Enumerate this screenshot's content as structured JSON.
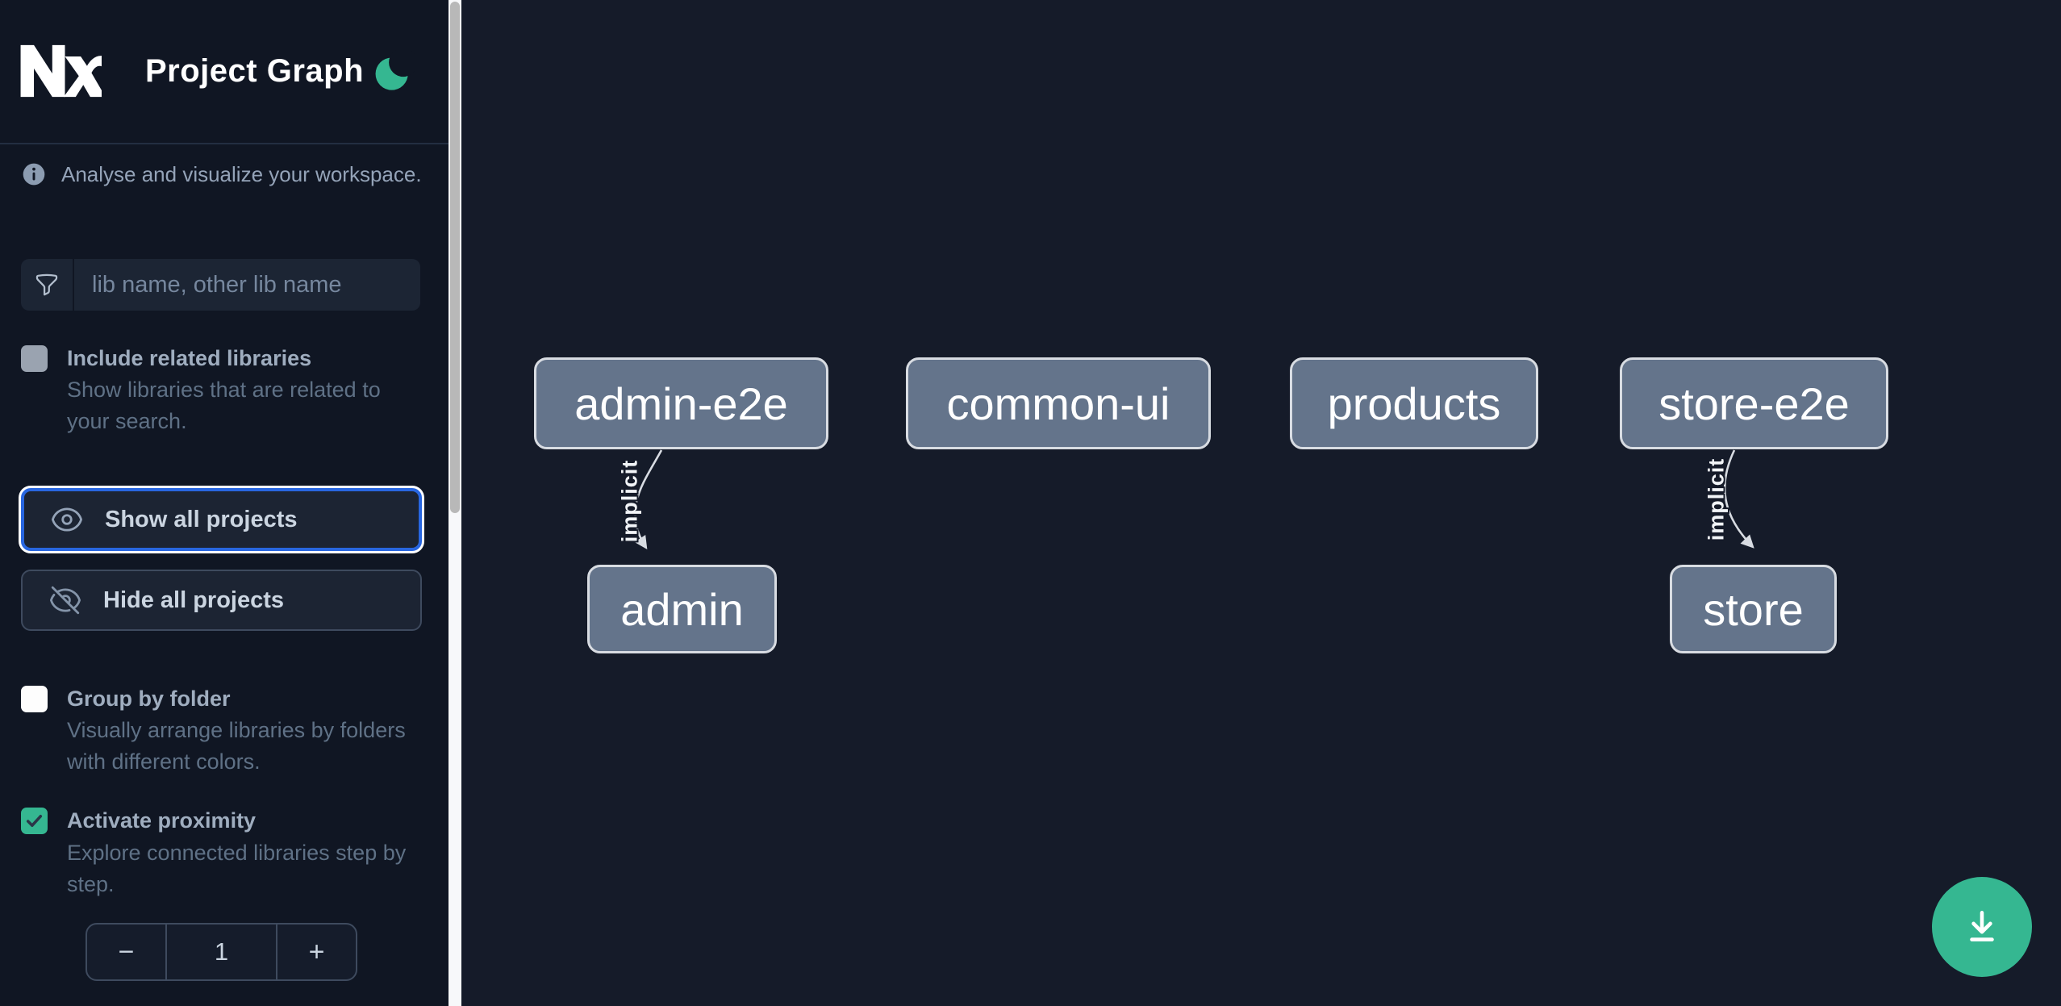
{
  "header": {
    "app_title": "Project Graph",
    "logo": "nx-logo",
    "theme_icon": "moon"
  },
  "sidebar": {
    "tagline": "Analyse and visualize your workspace.",
    "search": {
      "placeholder": "lib name, other lib name",
      "value": ""
    },
    "options": {
      "include_related": {
        "label": "Include related libraries",
        "description": "Show libraries that are related to your search.",
        "checked": false
      },
      "group_by_folder": {
        "label": "Group by folder",
        "description": "Visually arrange libraries by folders with different colors.",
        "checked": false
      },
      "activate_proximity": {
        "label": "Activate proximity",
        "description": "Explore connected libraries step by step.",
        "checked": true
      }
    },
    "actions": {
      "show_all": "Show all projects",
      "hide_all": "Hide all projects"
    },
    "proximity_stepper": {
      "decrement": "−",
      "value": "1",
      "increment": "+"
    }
  },
  "graph": {
    "nodes": [
      {
        "label": "admin-e2e"
      },
      {
        "label": "common-ui"
      },
      {
        "label": "products"
      },
      {
        "label": "store-e2e"
      },
      {
        "label": "admin"
      },
      {
        "label": "store"
      }
    ],
    "edges": [
      {
        "source": "admin-e2e",
        "target": "admin",
        "label": "implicit"
      },
      {
        "source": "store-e2e",
        "target": "store",
        "label": "implicit"
      }
    ]
  },
  "colors": {
    "accent_green": "#35b791",
    "focus_blue": "#2866e0",
    "node_fill": "#64748b",
    "node_border": "#d8dce2",
    "edge": "#d8dce2",
    "sidebar_bg": "#101623",
    "canvas_bg": "#151b29"
  },
  "fab": {
    "icon": "download"
  }
}
